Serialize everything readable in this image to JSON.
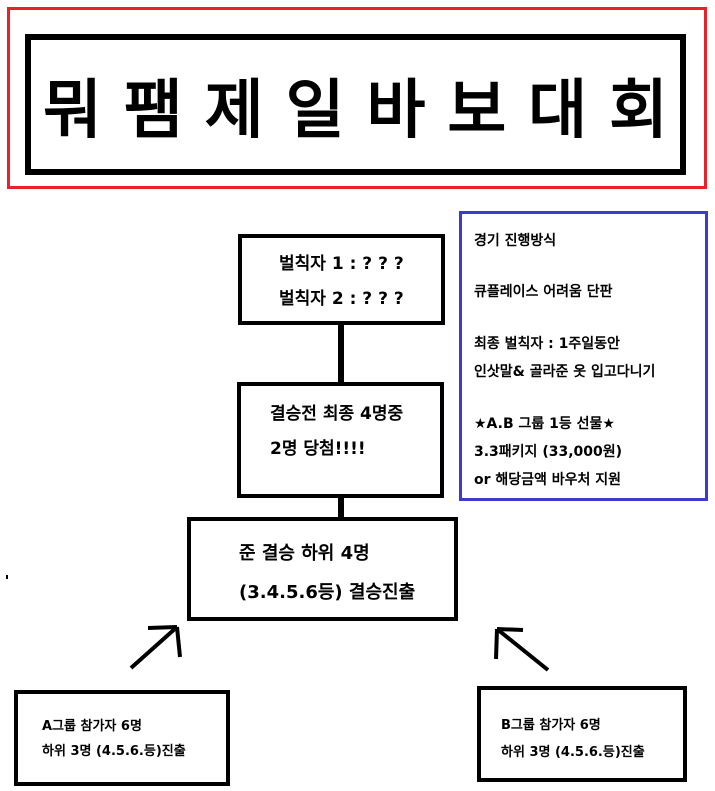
{
  "title": "뭐팸제일바보대회",
  "penalty": {
    "line1": "벌칙자 1 : ? ? ?",
    "line2": "벌칙자 2 : ? ? ?"
  },
  "finalists": {
    "line1": "결승전 최종 4명중",
    "line2": "2명 당첨!!!!"
  },
  "semifinal": {
    "line1": "준 결승 하위 4명",
    "line2": "(3.4.5.6등) 결승진출"
  },
  "group_a": {
    "line1": "A그룹 참가자 6명",
    "line2": "하위 3명 (4.5.6.등)진출"
  },
  "group_b": {
    "line1": "B그룹 참가자 6명",
    "line2": "하위 3명 (4.5.6.등)진출"
  },
  "rules": {
    "heading": "경기 진행방식",
    "format": "큐플레이스 어려움 단판",
    "final_penalty_1": "최종 벌칙자 : 1주일동안",
    "final_penalty_2": "인삿말& 골라준 옷 입고다니기",
    "prize_1": "★A.B 그룹 1등 선물★",
    "prize_2": "3.3패키지 (33,000원)",
    "prize_3": "or 해당금액 바우처 지원"
  },
  "colors": {
    "title_frame": "#e8212b",
    "rules_border": "#3c3ccc",
    "lines": "#000000"
  }
}
